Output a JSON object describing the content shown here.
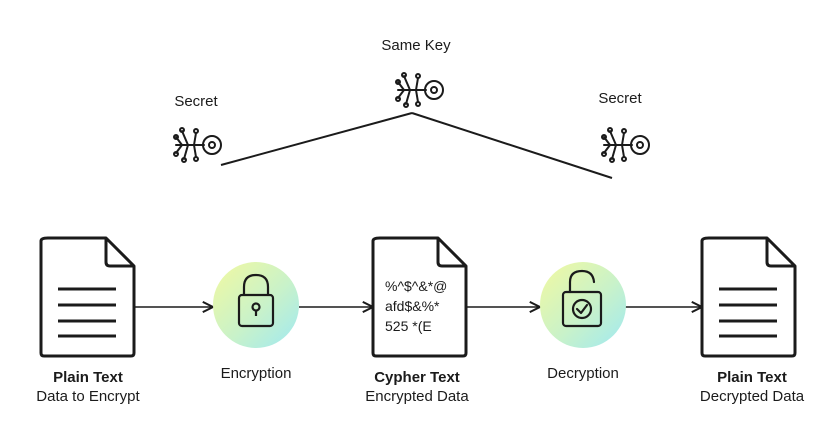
{
  "keys": {
    "left_label": "Secret",
    "center_label": "Same Key",
    "right_label": "Secret"
  },
  "steps": {
    "plain_in": {
      "title": "Plain Text",
      "subtitle": "Data to Encrypt"
    },
    "encryption": {
      "label": "Encryption"
    },
    "cypher": {
      "title": "Cypher Text",
      "subtitle": "Encrypted Data",
      "content": [
        "%^$^&*@",
        "afd$&%*",
        "525 *(E"
      ]
    },
    "decryption": {
      "label": "Decryption"
    },
    "plain_out": {
      "title": "Plain Text",
      "subtitle": "Decrypted Data"
    }
  },
  "colors": {
    "stroke": "#1b1b1b",
    "gradient_yellow": "#eef9a8",
    "gradient_cyan": "#a9eef0"
  }
}
